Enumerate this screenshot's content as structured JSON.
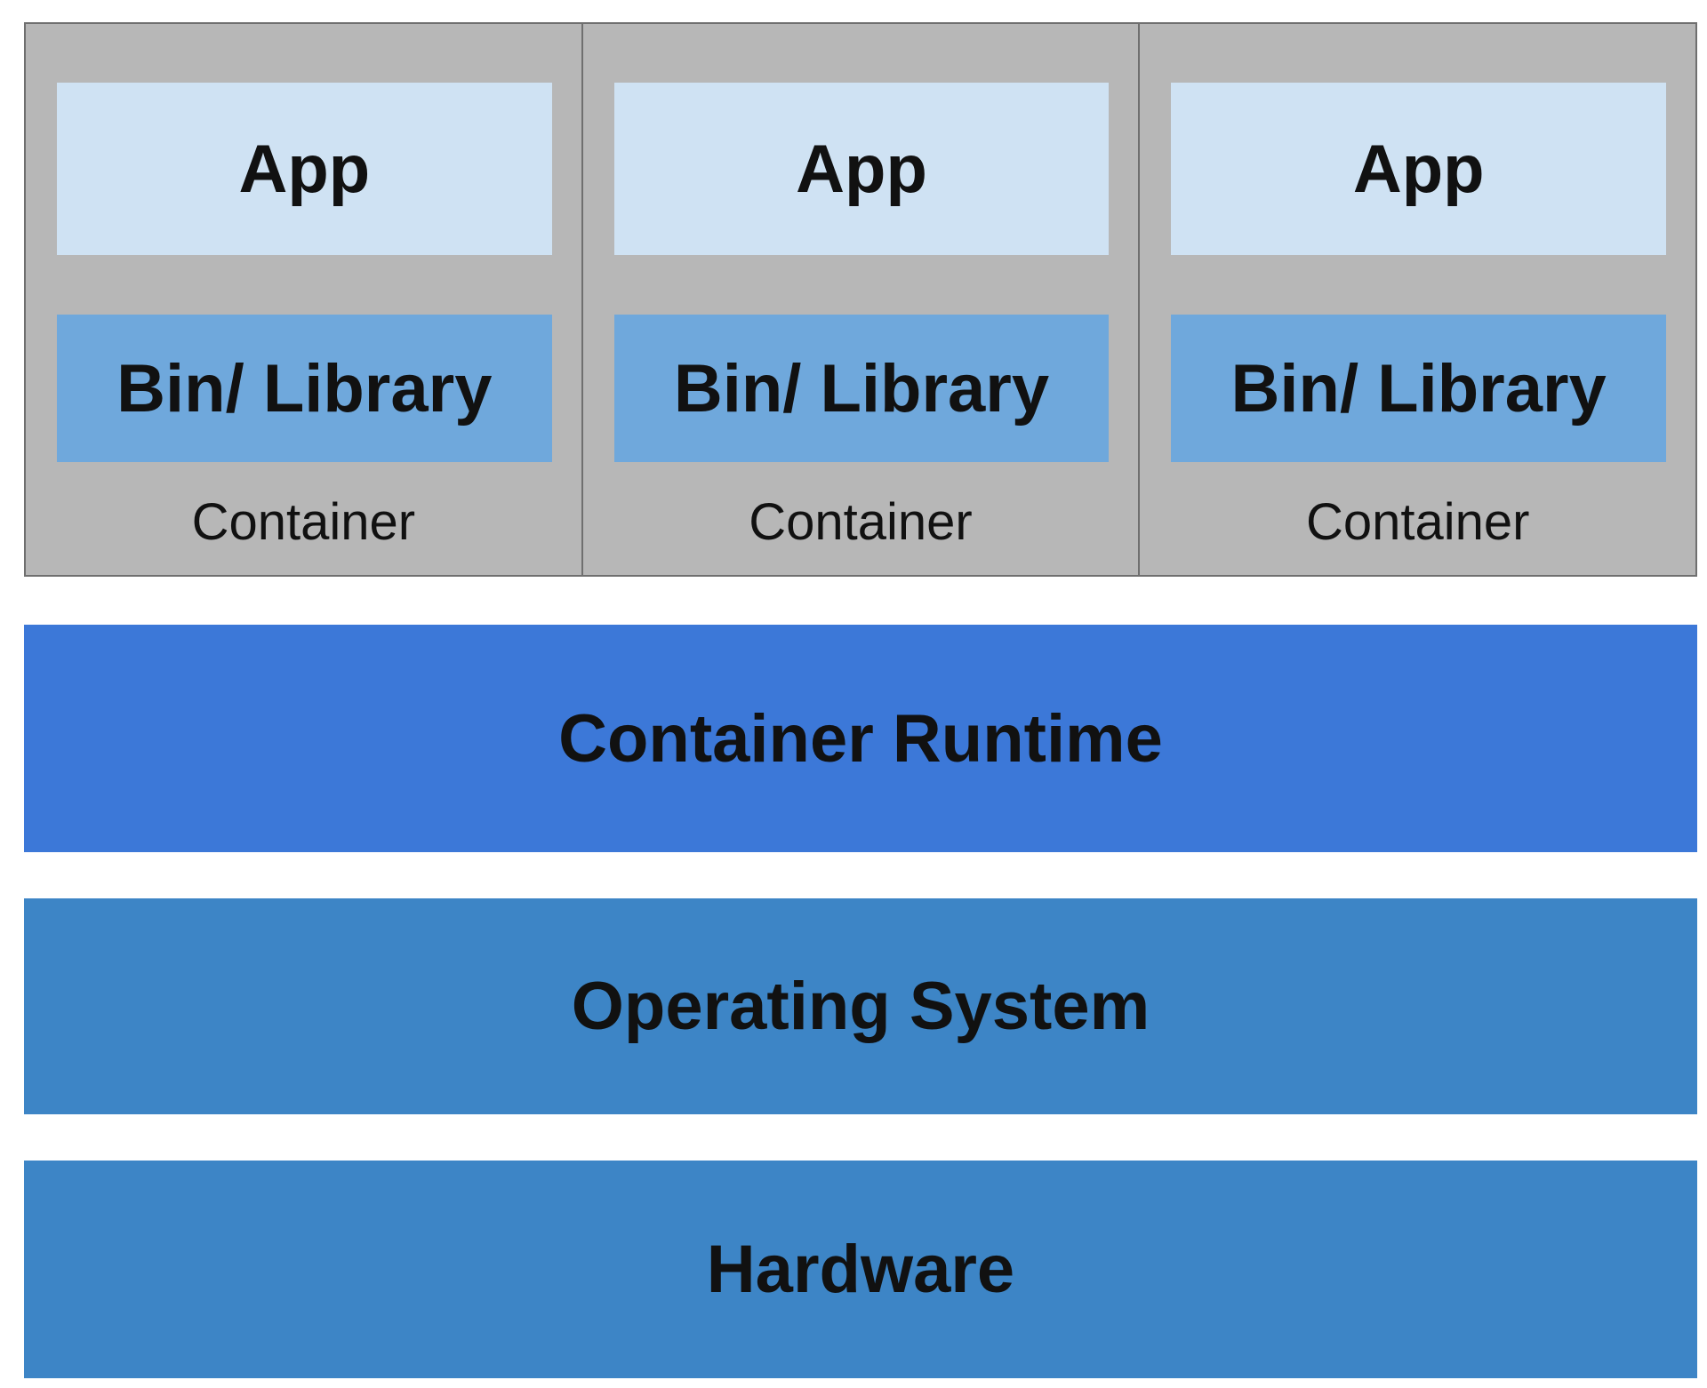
{
  "containers": [
    {
      "app_label": "App",
      "lib_label": "Bin/ Library",
      "container_label": "Container"
    },
    {
      "app_label": "App",
      "lib_label": "Bin/ Library",
      "container_label": "Container"
    },
    {
      "app_label": "App",
      "lib_label": "Bin/ Library",
      "container_label": "Container"
    }
  ],
  "layers": {
    "runtime": "Container Runtime",
    "os": "Operating System",
    "hardware": "Hardware"
  },
  "colors": {
    "container_bg": "#b7b7b7",
    "container_border": "#6f6f6f",
    "app_bg": "#cfe2f3",
    "lib_bg": "#6fa8dc",
    "runtime_bg": "#3c78d8",
    "os_bg": "#3d85c6",
    "hardware_bg": "#3d85c6"
  }
}
